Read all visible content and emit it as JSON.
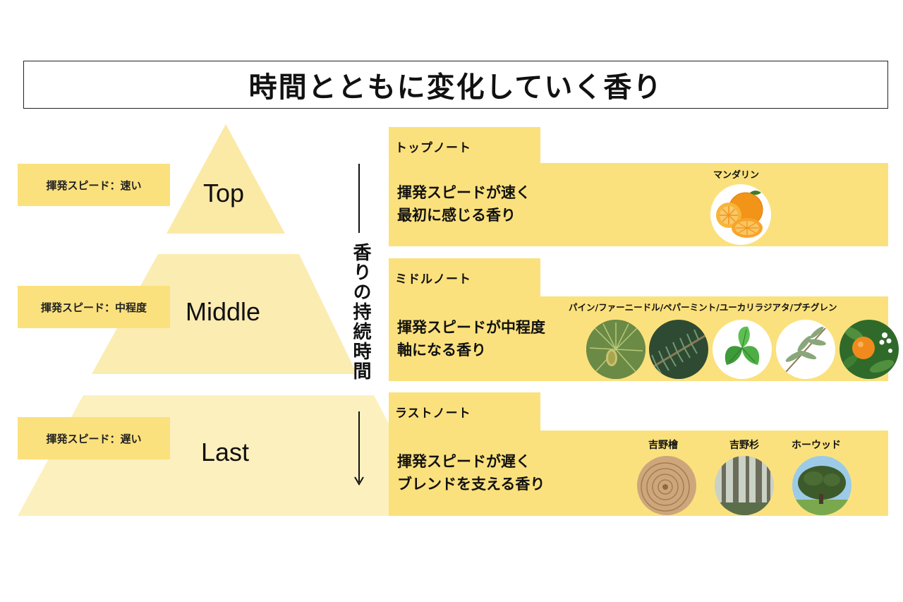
{
  "title": "時間とともに変化していく香り",
  "pyramid": {
    "tiers": [
      {
        "label": "Top",
        "speed": "揮発スピード：速い"
      },
      {
        "label": "Middle",
        "speed": "揮発スピード：中程度"
      },
      {
        "label": "Last",
        "speed": "揮発スピード：遅い"
      }
    ],
    "axis_text": "香りの持続時間"
  },
  "notes": [
    {
      "tab": "トップノート",
      "desc_line1": "揮発スピードが速く",
      "desc_line2": "最初に感じる香り",
      "ingredients_caption": "マンダリン",
      "icons": [
        "mandarin-icon"
      ]
    },
    {
      "tab": "ミドルノート",
      "desc_line1": "揮発スピードが中程度",
      "desc_line2": "軸になる香り",
      "ingredients_caption": "パイン/ファーニードル/ペパーミント/ユーカリラジアタ/プチグレン",
      "icons": [
        "pine-icon",
        "fir-needle-icon",
        "peppermint-icon",
        "eucalyptus-icon",
        "petitgrain-icon"
      ]
    },
    {
      "tab": "ラストノート",
      "desc_line1": "揮発スピードが遅く",
      "desc_line2": "ブレンドを支える香り",
      "ingredients": [
        "吉野檜",
        "吉野杉",
        "ホーウッド"
      ],
      "icons": [
        "hinoki-wood-icon",
        "cedar-forest-icon",
        "ho-wood-tree-icon"
      ]
    }
  ],
  "colors": {
    "accent": "#fbe17d",
    "pyramid_top": "#fbe9a6",
    "pyramid_middle": "#fbecb2",
    "pyramid_last": "#fcf0be"
  }
}
